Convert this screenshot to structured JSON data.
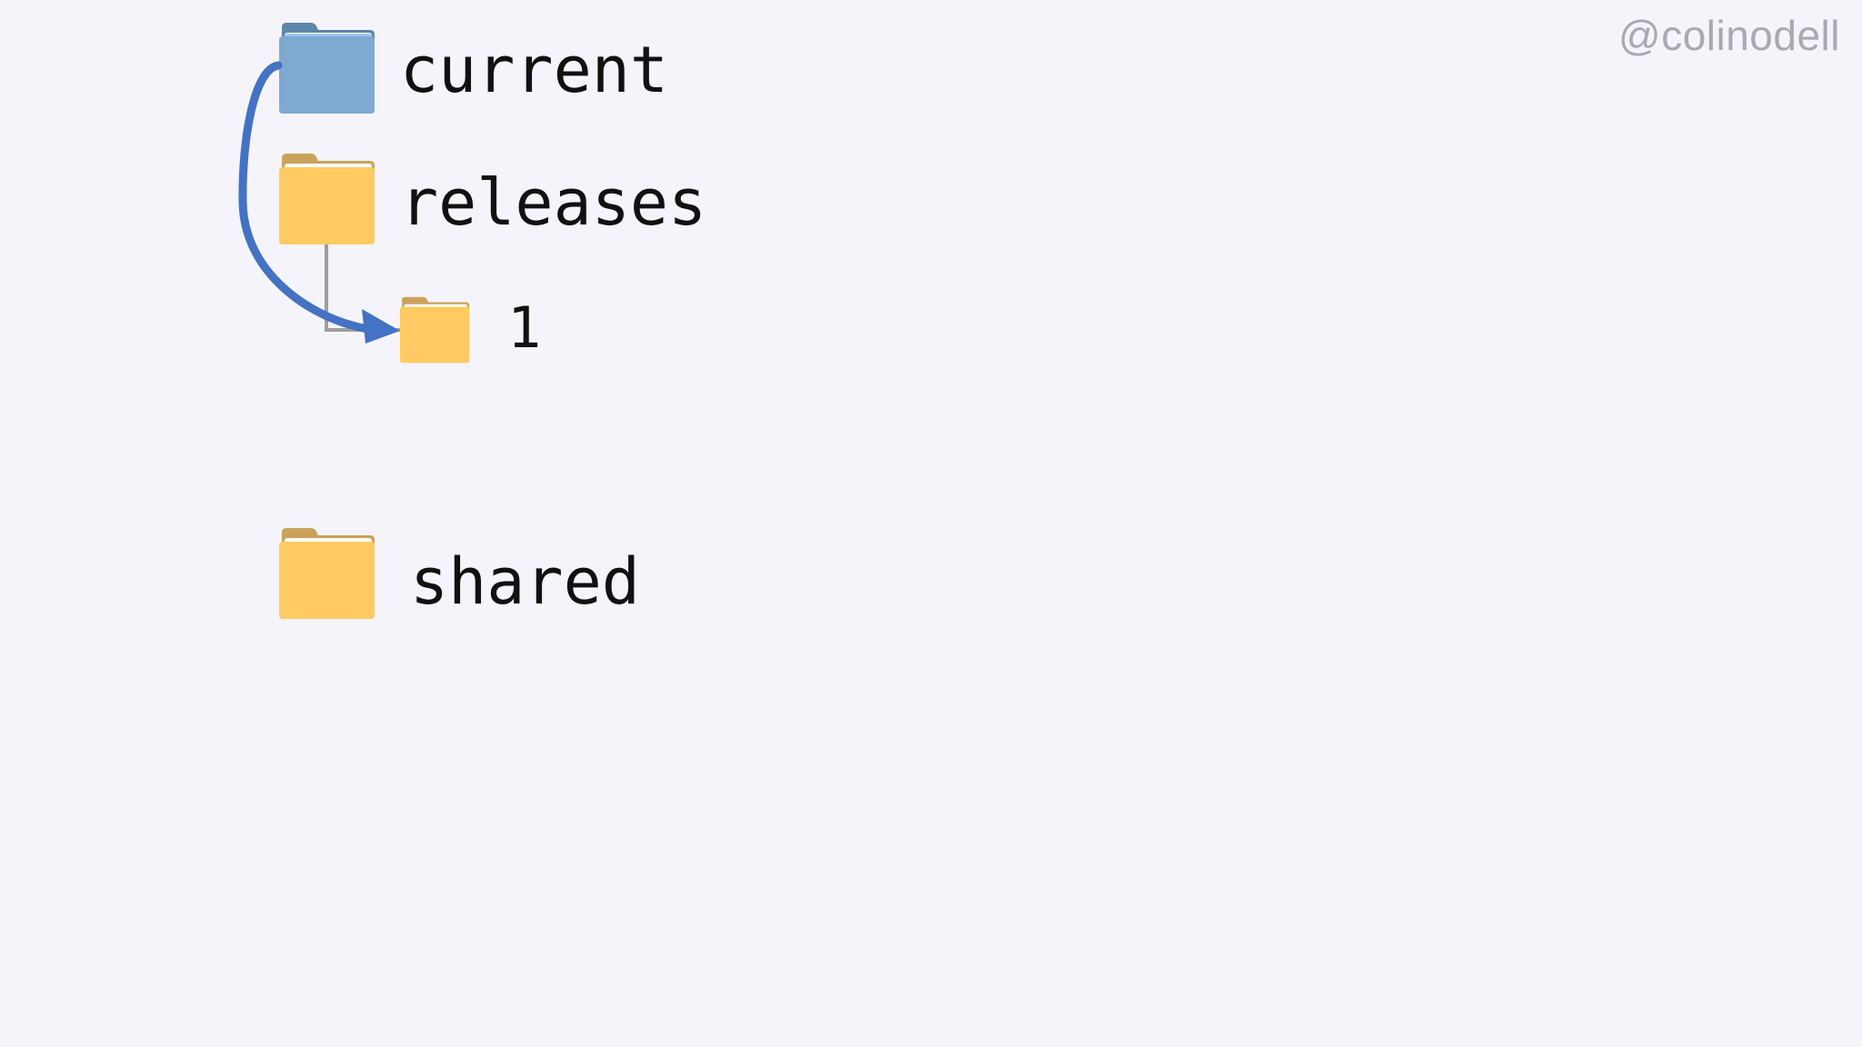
{
  "watermark": "@colinodell",
  "tree": {
    "current": {
      "label": "current",
      "icon": "symlink-folder-icon",
      "color": "#7fa9d1"
    },
    "releases": {
      "label": "releases",
      "icon": "folder-icon",
      "color": "#ffca62"
    },
    "release_1": {
      "label": "1",
      "icon": "folder-icon",
      "color": "#ffca62"
    },
    "shared": {
      "label": "shared",
      "icon": "folder-icon",
      "color": "#ffca62"
    }
  },
  "symlink": {
    "from": "current",
    "to": "1",
    "color": "#4472c4"
  },
  "colors": {
    "background": "#f5f4fb",
    "folder_yellow": "#ffca62",
    "folder_blue": "#7fa9d1",
    "arrow_blue": "#4472c4",
    "connector_gray": "#9e9e9e"
  }
}
